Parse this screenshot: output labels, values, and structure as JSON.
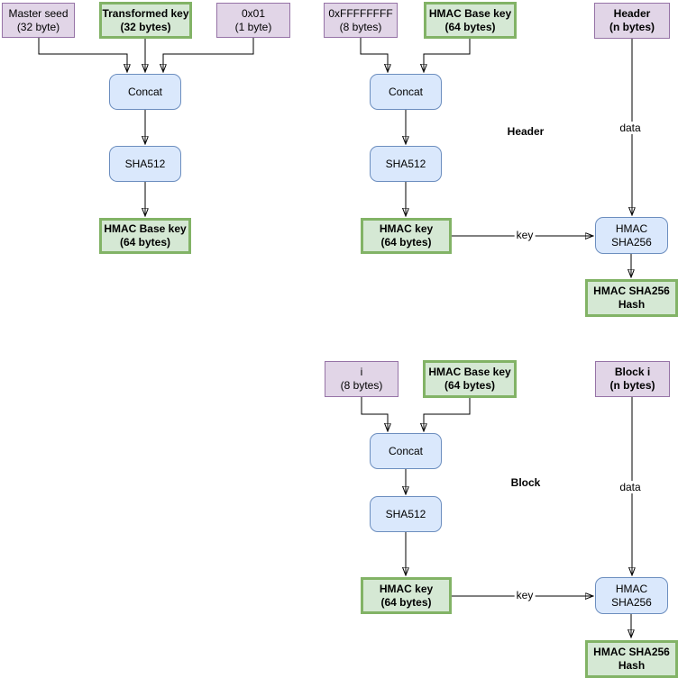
{
  "colors": {
    "purple_fill": "#E1D5E7",
    "purple_stroke": "#9673A6",
    "green_fill": "#D5E8D4",
    "green_stroke": "#82B366",
    "blue_fill": "#DAE8FC",
    "blue_stroke": "#6C8EBF",
    "line": "#000000"
  },
  "nodes": {
    "master_seed": {
      "l1": "Master seed",
      "l2": "(32 byte)"
    },
    "transformed_key": {
      "l1": "Transformed key",
      "l2": "(32 bytes)"
    },
    "c0x01": {
      "l1": "0x01",
      "l2": "(1 byte)"
    },
    "concat": {
      "l1": "Concat"
    },
    "sha512": {
      "l1": "SHA512"
    },
    "hmac_base_key": {
      "l1": "HMAC Base key",
      "l2": "(64 bytes)"
    },
    "c0xffffffff": {
      "l1": "0xFFFFFFFF",
      "l2": "(8 bytes)"
    },
    "hmac_key": {
      "l1": "HMAC key",
      "l2": "(64 bytes)"
    },
    "header": {
      "l1": "Header",
      "l2": "(n bytes)"
    },
    "hmac_sha256": {
      "l1": "HMAC",
      "l2": "SHA256"
    },
    "hmac_sha256_hash": {
      "l1": "HMAC SHA256",
      "l2": "Hash"
    },
    "i": {
      "l1": "i",
      "l2": "(8 bytes)"
    },
    "block_i": {
      "l1": "Block i",
      "l2": "(n bytes)"
    }
  },
  "flow_labels": {
    "header": "Header",
    "block": "Block"
  },
  "edge_labels": {
    "data": "data",
    "key": "key"
  }
}
